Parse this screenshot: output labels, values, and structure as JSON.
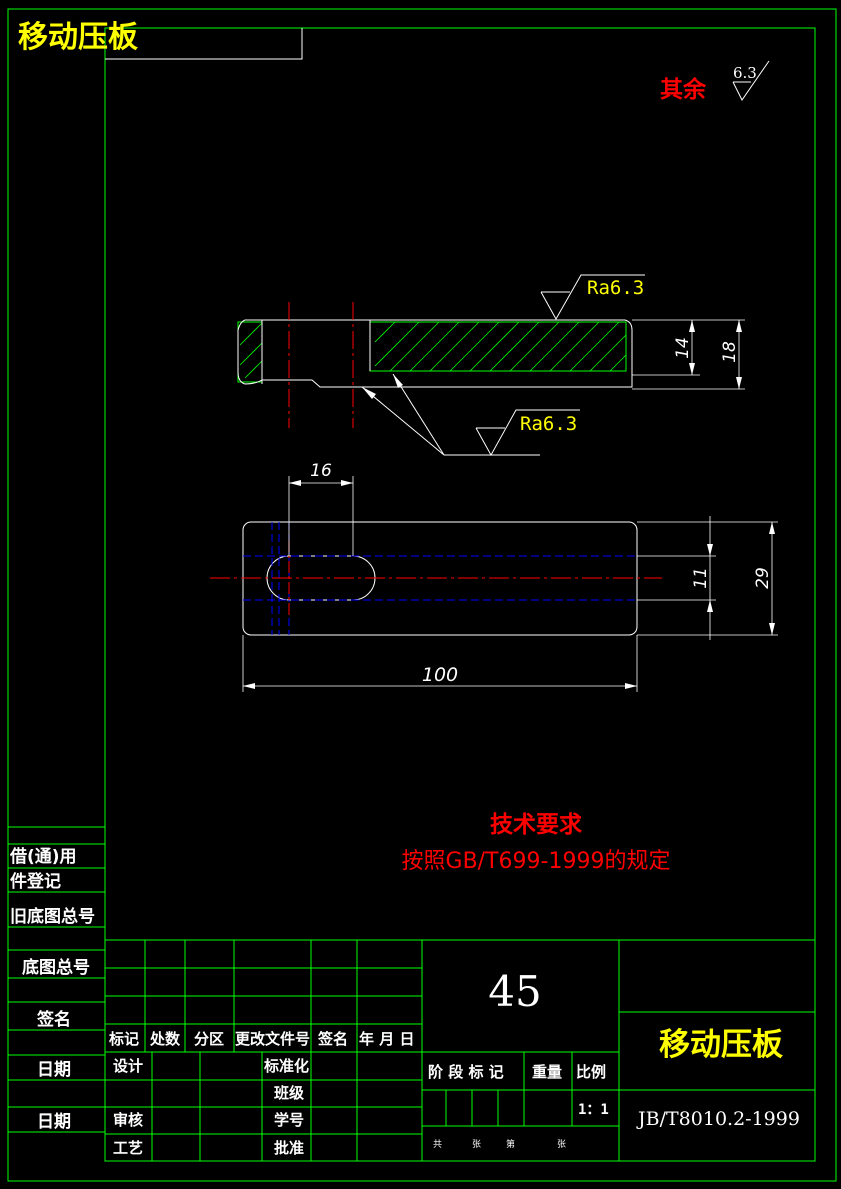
{
  "drawing": {
    "corner_title": "移动压板",
    "roughness_note_label": "其余",
    "roughness_note_value": "6.3",
    "roughness_callouts": [
      "Ra6.3",
      "Ra6.3"
    ],
    "dimensions": {
      "thickness_inner": "14",
      "thickness_outer": "18",
      "slot_length": "16",
      "slot_width": "11",
      "plate_width": "29",
      "plate_length": "100"
    },
    "tech_req_title": "技术要求",
    "tech_req_text": "按照GB/T699-1999的规定"
  },
  "side_table": {
    "rows": [
      "借(通)用",
      "件登记",
      "旧底图总号",
      "底图总号",
      "签名",
      "日期",
      "日期"
    ]
  },
  "title_block": {
    "material": "45",
    "part_name": "移动压板",
    "standard": "JB/T8010.2-1999",
    "header_cells": [
      "标记",
      "处数",
      "分区",
      "更改文件号",
      "签名",
      "年 月 日"
    ],
    "left_labels": [
      "设计",
      "审核",
      "工艺"
    ],
    "mid_labels": [
      "标准化",
      "班级",
      "学号",
      "批准"
    ],
    "stage_labels": [
      "阶 段 标 记",
      "重量",
      "比例"
    ],
    "scale": "1：1",
    "sheet_info": [
      "共",
      "张",
      "第",
      "张"
    ]
  },
  "colors": {
    "frame": "#00ff00",
    "title": "#ffff00",
    "note": "#ff0000",
    "outline": "#ffffff",
    "centerline": "#ff0000",
    "hidden": "#0000ff",
    "hatch": "#00ff00"
  }
}
